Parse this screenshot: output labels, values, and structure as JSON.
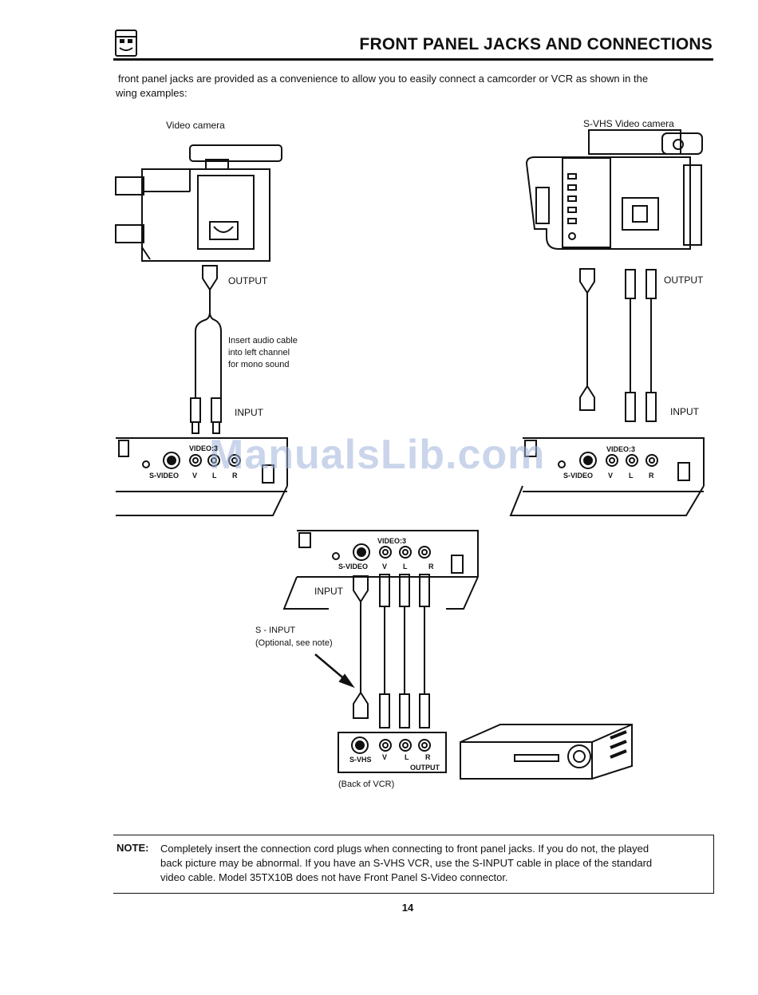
{
  "header": {
    "title": "FRONT PANEL JACKS AND CONNECTIONS",
    "intro_line1": "front panel jacks are provided as a convenience to allow you to easily connect a camcorder or VCR as shown in the",
    "intro_line2": "wing examples:"
  },
  "left_diagram": {
    "camera_label": "Video camera",
    "output_label": "OUTPUT",
    "note_line1": "Insert audio cable",
    "note_line2": "into left channel",
    "note_line3": "for mono sound",
    "input_label": "INPUT",
    "panel_video": "VIDEO:3",
    "jack_svideo": "S-VIDEO",
    "jack_v": "V",
    "jack_l": "L",
    "jack_r": "R"
  },
  "right_diagram": {
    "camera_label": "S-VHS Video camera",
    "output_label": "OUTPUT",
    "input_label": "INPUT",
    "panel_video": "VIDEO:3",
    "jack_svideo": "S-VIDEO",
    "jack_v": "V",
    "jack_l": "L",
    "jack_r": "R"
  },
  "bottom_diagram": {
    "panel_video": "VIDEO:3",
    "jack_svideo": "S-VIDEO",
    "jack_v": "V",
    "jack_l": "L",
    "jack_r": "R",
    "input_label": "INPUT",
    "s_input_label": "S - INPUT",
    "s_input_note": "(Optional, see note)",
    "vcr_svhs": "S-VHS",
    "vcr_v": "V",
    "vcr_l": "L",
    "vcr_r": "R",
    "vcr_output": "OUTPUT",
    "vcr_caption": "(Back of VCR)"
  },
  "watermark": "ManualsLib.com",
  "note": {
    "label": "NOTE:",
    "line1": "Completely insert the connection cord plugs when connecting to front panel jacks.  If you do not, the played",
    "line2": "back picture may be abnormal.  If you have an S-VHS VCR, use the S-INPUT cable in place of the standard",
    "line3": "video cable.  Model 35TX10B does not have Front Panel S-Video connector."
  },
  "page_number": "14"
}
